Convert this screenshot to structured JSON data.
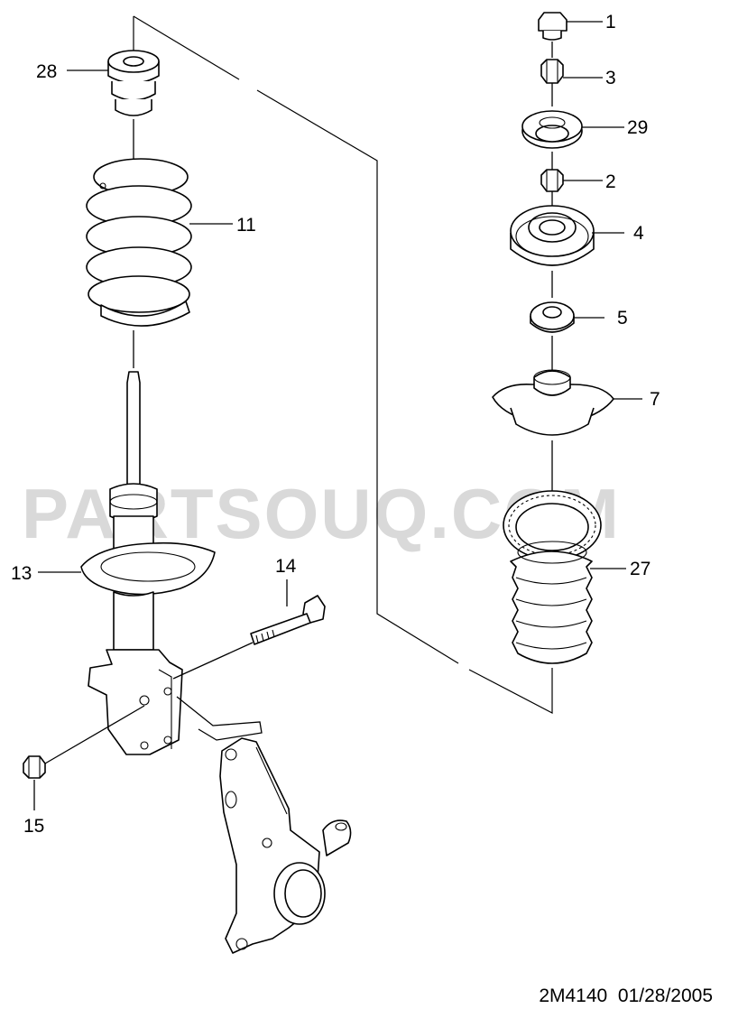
{
  "diagram": {
    "watermark": "PARTSOUQ.COM",
    "drawing_code": "2M4140",
    "drawing_date": "01/28/2005",
    "callouts": {
      "c1": "1",
      "c3": "3",
      "c29": "29",
      "c2": "2",
      "c4": "4",
      "c5": "5",
      "c7": "7",
      "c27": "27",
      "c28": "28",
      "c11": "11",
      "c13": "13",
      "c14": "14",
      "c15": "15"
    }
  }
}
